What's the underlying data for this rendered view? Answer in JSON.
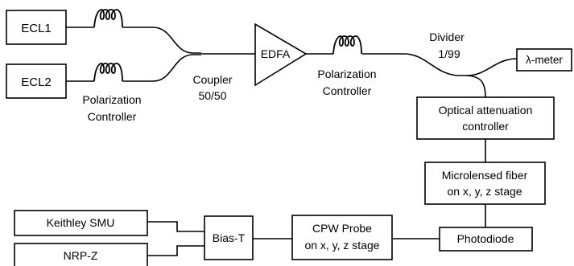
{
  "nodes": {
    "ecl1": "ECL1",
    "ecl2": "ECL2",
    "edfa": "EDFA",
    "wavemeter": "λ-meter",
    "attenuator_line1": "Optical attenuation",
    "attenuator_line2": "controller",
    "fiber_line1": "Microlensed fiber",
    "fiber_line2": "on x, y, z stage",
    "photodiode": "Photodiode",
    "probe_line1": "CPW Probe",
    "probe_line2": "on x, y, z stage",
    "biast": "Bias-T",
    "smu": "Keithley SMU",
    "nrpz": "NRP-Z"
  },
  "labels": {
    "pc1_line1": "Polarization",
    "pc1_line2": "Controller",
    "coupler_line1": "Coupler",
    "coupler_line2": "50/50",
    "pc2_line1": "Polarization",
    "pc2_line2": "Controller",
    "divider_line1": "Divider",
    "divider_line2": "1/99"
  },
  "icons": [
    "fiber-coil-icon",
    "amplifier-triangle-icon"
  ]
}
